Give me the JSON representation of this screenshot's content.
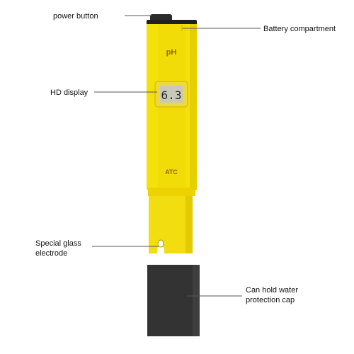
{
  "callouts": {
    "power_button": "power button",
    "battery_compartment": "Battery compartment",
    "hd_display": "HD display",
    "electrode_line1": "Special glass",
    "electrode_line2": "electrode",
    "cap_line1": "Can hold water",
    "cap_line2": "protection cap"
  },
  "device": {
    "ph_label": "pH",
    "reading": "6.3",
    "atc_label": "ATC"
  },
  "colors": {
    "body_yellow": "#f5e10a",
    "body_shade": "#e6cf00",
    "power_button": "#2b2b2b",
    "lcd_screen": "#c8c9ba",
    "lcd_frame": "#efd93a",
    "cap": "#333333",
    "text": "#111111"
  }
}
